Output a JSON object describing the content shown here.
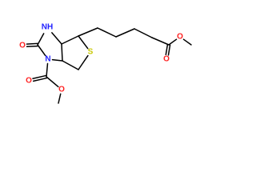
{
  "molecule": {
    "atoms": [
      {
        "id": "C3a",
        "label": "",
        "color": "#000000"
      },
      {
        "id": "N3",
        "label": "NH",
        "color": "#2020ff"
      },
      {
        "id": "C2",
        "label": "",
        "color": "#000000"
      },
      {
        "id": "O2",
        "label": "O",
        "color": "#ff2020"
      },
      {
        "id": "N1",
        "label": "N",
        "color": "#2020ff"
      },
      {
        "id": "C6a",
        "label": "",
        "color": "#000000"
      },
      {
        "id": "C4",
        "label": "",
        "color": "#000000"
      },
      {
        "id": "S",
        "label": "S",
        "color": "#c8c800"
      },
      {
        "id": "C6",
        "label": "",
        "color": "#000000"
      },
      {
        "id": "Cc",
        "label": "",
        "color": "#000000"
      },
      {
        "id": "Oc1",
        "label": "O",
        "color": "#ff2020"
      },
      {
        "id": "Oc2",
        "label": "O",
        "color": "#ff2020"
      },
      {
        "id": "Me1",
        "label": "",
        "color": "#000000"
      },
      {
        "id": "Ca",
        "label": "",
        "color": "#000000"
      },
      {
        "id": "Cb",
        "label": "",
        "color": "#000000"
      },
      {
        "id": "Cd",
        "label": "",
        "color": "#000000"
      },
      {
        "id": "Ce",
        "label": "",
        "color": "#000000"
      },
      {
        "id": "Cf",
        "label": "",
        "color": "#000000"
      },
      {
        "id": "Of1",
        "label": "O",
        "color": "#ff2020"
      },
      {
        "id": "Of2",
        "label": "O",
        "color": "#ff2020"
      },
      {
        "id": "Me2",
        "label": "",
        "color": "#000000"
      }
    ],
    "bonds": [
      {
        "a": "C3a",
        "b": "N3",
        "order": 1
      },
      {
        "a": "N3",
        "b": "C2",
        "order": 1
      },
      {
        "a": "C2",
        "b": "O2",
        "order": 2
      },
      {
        "a": "C2",
        "b": "N1",
        "order": 1
      },
      {
        "a": "N1",
        "b": "C6a",
        "order": 1
      },
      {
        "a": "C6a",
        "b": "C3a",
        "order": 1
      },
      {
        "a": "C3a",
        "b": "C4",
        "order": 1
      },
      {
        "a": "C4",
        "b": "S",
        "order": 1
      },
      {
        "a": "S",
        "b": "C6",
        "order": 1
      },
      {
        "a": "C6",
        "b": "C6a",
        "order": 1
      },
      {
        "a": "N1",
        "b": "Cc",
        "order": 1
      },
      {
        "a": "Cc",
        "b": "Oc1",
        "order": 2
      },
      {
        "a": "Cc",
        "b": "Oc2",
        "order": 1
      },
      {
        "a": "Oc2",
        "b": "Me1",
        "order": 1
      },
      {
        "a": "C4",
        "b": "Ca",
        "order": 1
      },
      {
        "a": "Ca",
        "b": "Cb",
        "order": 1
      },
      {
        "a": "Cb",
        "b": "Cd",
        "order": 1
      },
      {
        "a": "Cd",
        "b": "Ce",
        "order": 1
      },
      {
        "a": "Ce",
        "b": "Cf",
        "order": 1
      },
      {
        "a": "Cf",
        "b": "Of1",
        "order": 2
      },
      {
        "a": "Cf",
        "b": "Of2",
        "order": 1
      },
      {
        "a": "Of2",
        "b": "Me2",
        "order": 1
      }
    ]
  }
}
